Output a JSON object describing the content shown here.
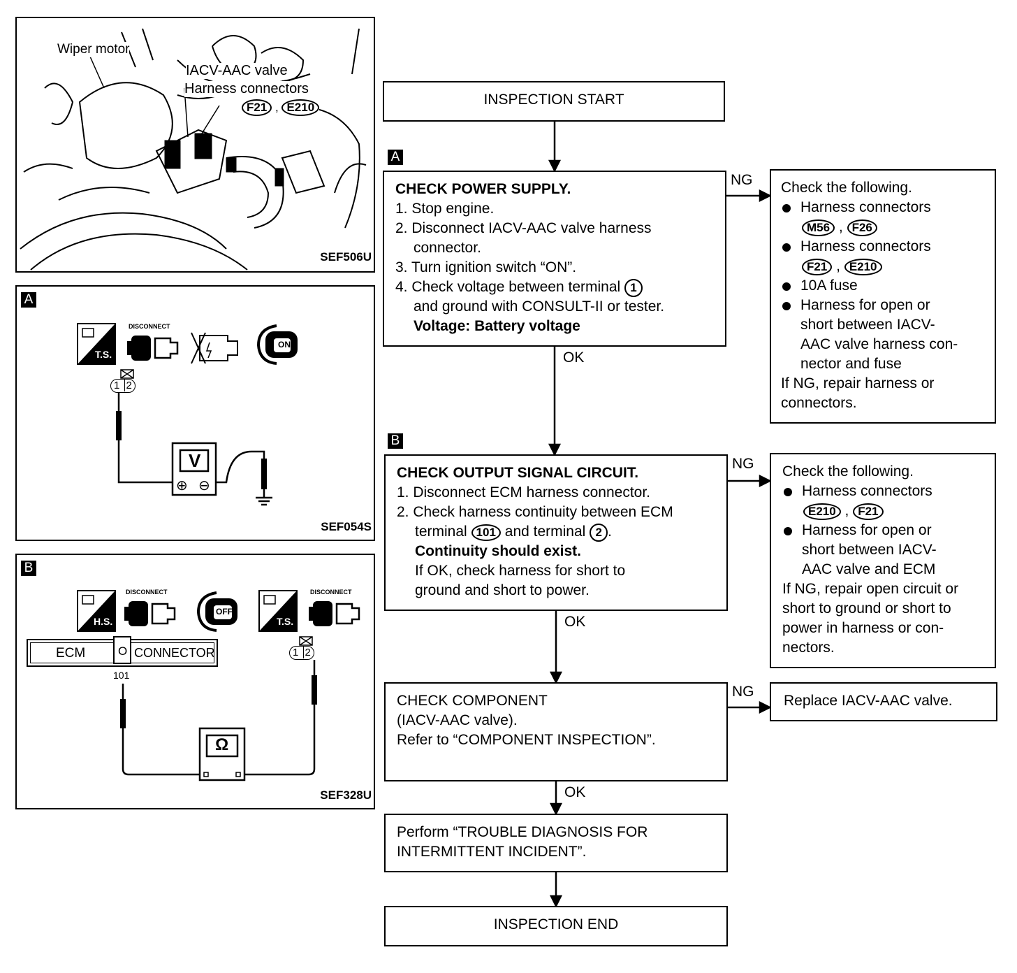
{
  "photo": {
    "wiper_motor": "Wiper motor",
    "iacv_valve": "IACV-AAC valve",
    "harness_connectors": "Harness connectors",
    "conn1": "F21",
    "conn2": "E210",
    "code": "SEF506U"
  },
  "panel_a": {
    "tag": "A",
    "ts": "T.S.",
    "disconnect": "DISCONNECT",
    "on": "ON",
    "pin1": "1",
    "pin2": "2",
    "meter": "V",
    "plus": "⊕",
    "minus": "⊖",
    "code": "SEF054S"
  },
  "panel_b": {
    "tag": "B",
    "hs": "H.S.",
    "disconnect1": "DISCONNECT",
    "off": "OFF",
    "ts": "T.S.",
    "disconnect2": "DISCONNECT",
    "ecm": "ECM",
    "connector": "CONNECTOR",
    "pin_o": "O",
    "terminal": "101",
    "pin1": "1",
    "pin2": "2",
    "meter": "Ω",
    "code": "SEF328U"
  },
  "flow": {
    "start": "INSPECTION START",
    "end": "INSPECTION END",
    "ok": "OK",
    "ng": "NG",
    "step_a": {
      "tag": "A",
      "title": "CHECK POWER SUPPLY.",
      "s1": "1. Stop engine.",
      "s2a": "2. Disconnect IACV-AAC valve harness",
      "s2b": "connector.",
      "s3": "3. Turn ignition switch “ON”.",
      "s4a": "4. Check voltage between terminal",
      "s4_term": "1",
      "s4b": "and ground with CONSULT-II or tester.",
      "spec": "Voltage: Battery voltage"
    },
    "ng_a": {
      "title": "Check the following.",
      "b1": "Harness connectors",
      "b1_c1": "M56",
      "b1_c2": "F26",
      "b2": "Harness connectors",
      "b2_c1": "F21",
      "b2_c2": "E210",
      "b3": "10A fuse",
      "b4a": "Harness for open or",
      "b4b": "short between IACV-",
      "b4c": "AAC valve harness con-",
      "b4d": "nector and fuse",
      "r1": "If NG, repair harness or",
      "r2": "connectors."
    },
    "step_b": {
      "tag": "B",
      "title": "CHECK OUTPUT SIGNAL CIRCUIT.",
      "s1": "1. Disconnect ECM harness connector.",
      "s2a": "2. Check harness continuity between ECM",
      "s2b_pre": "terminal",
      "s2b_t1": "101",
      "s2b_mid": "and terminal",
      "s2b_t2": "2",
      "spec": "Continuity should exist.",
      "n1": "If OK, check harness for short to",
      "n2": "ground and short to power."
    },
    "ng_b": {
      "title": "Check the following.",
      "b1": "Harness connectors",
      "b1_c1": "E210",
      "b1_c2": "F21",
      "b2a": "Harness for open or",
      "b2b": "short between IACV-",
      "b2c": "AAC valve and ECM",
      "r1": "If NG, repair open circuit or",
      "r2": "short to ground or short to",
      "r3": "power in harness or con-",
      "r4": "nectors."
    },
    "step_c": {
      "l1": "CHECK COMPONENT",
      "l2": "(IACV-AAC valve).",
      "l3": "Refer to “COMPONENT INSPECTION”."
    },
    "ng_c": "Replace IACV-AAC valve.",
    "step_d": {
      "l1": "Perform “TROUBLE DIAGNOSIS FOR",
      "l2": "INTERMITTENT INCIDENT”."
    }
  }
}
